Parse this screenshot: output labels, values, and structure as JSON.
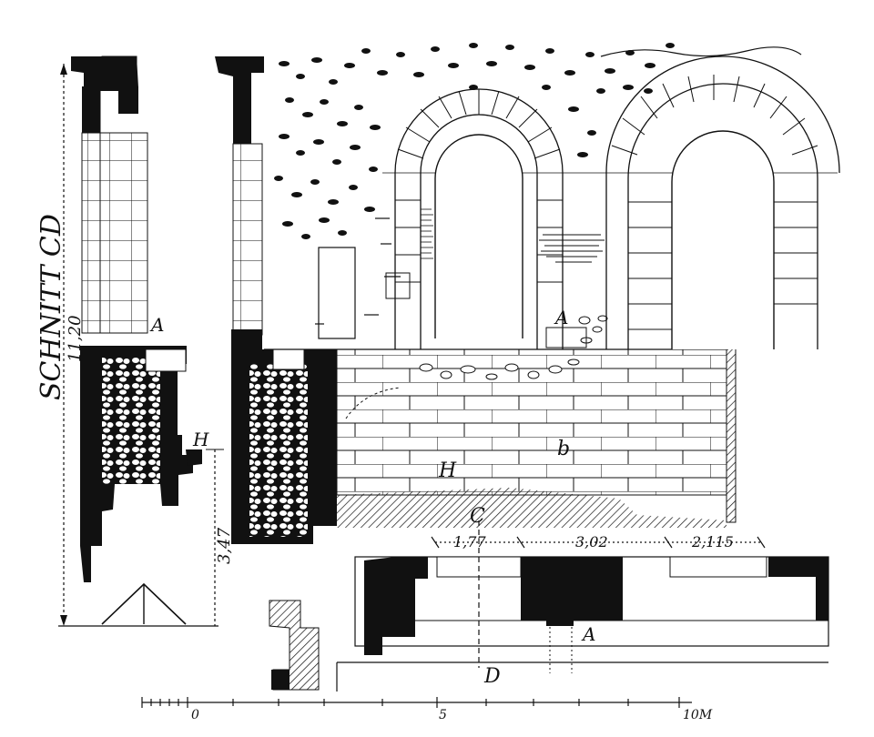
{
  "section_label": "SCHNITT CD",
  "dimensions": {
    "total_height": "11,20",
    "lower_height": "3,47",
    "span_1": "1,77",
    "span_2": "3,02",
    "span_3": "2,115"
  },
  "point_labels": {
    "a_left": "A",
    "a_right": "A",
    "a_plan": "A",
    "h_section": "H",
    "h_elevation": "H",
    "b": "b",
    "c": "C",
    "d": "D"
  },
  "scale_bar": {
    "start": "0",
    "mid": "5",
    "end": "10M"
  },
  "colors": {
    "ink": "#111111",
    "paper": "#ffffff"
  }
}
